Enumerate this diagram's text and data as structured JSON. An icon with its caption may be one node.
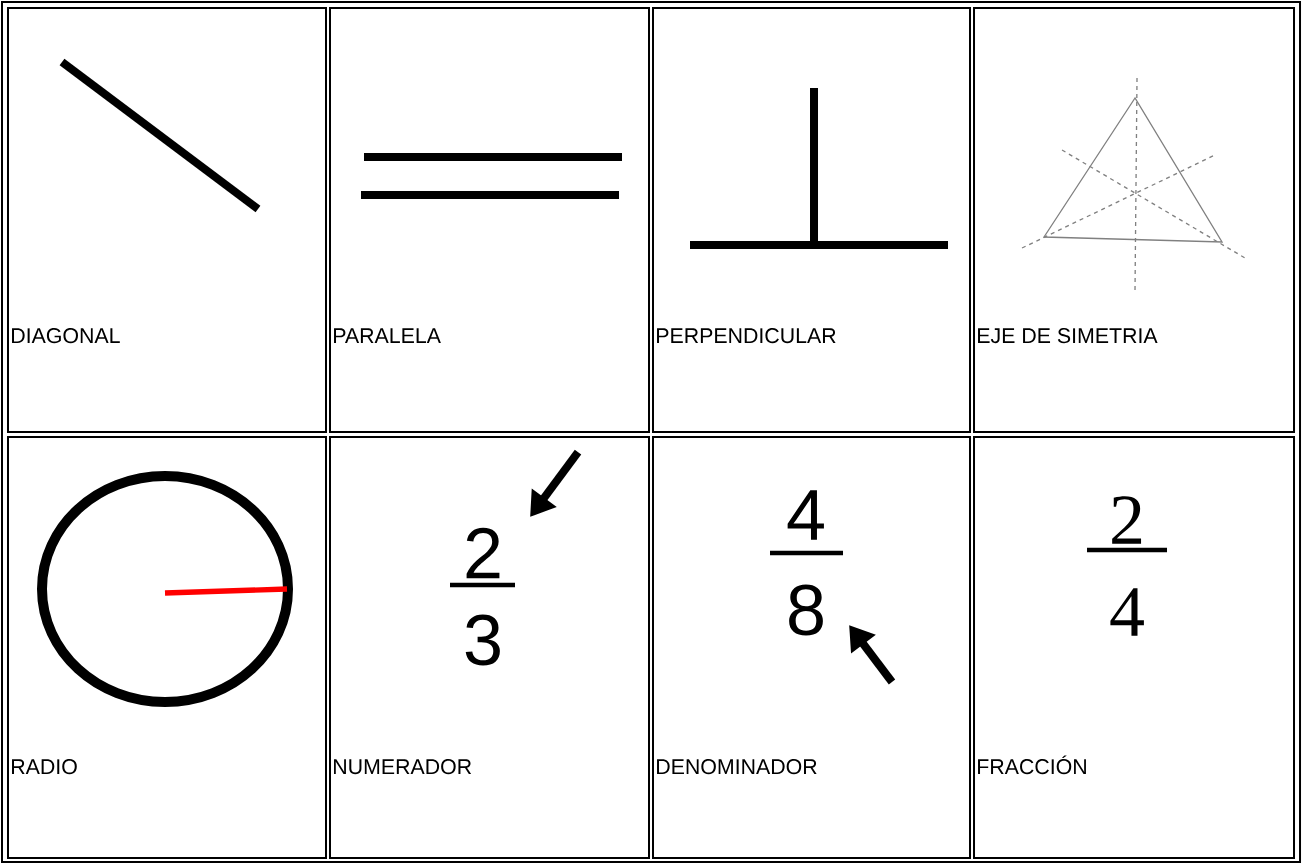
{
  "diagram": {
    "labels": [
      "DIAGONAL",
      "PARALELA",
      "PERPENDICULAR",
      "EJE DE SIMETRIA",
      "2",
      "3",
      "4",
      "8",
      "2",
      "4",
      "RADIO",
      "NUMERADOR",
      "DENOMINADOR",
      "FRACCIÓN"
    ]
  }
}
